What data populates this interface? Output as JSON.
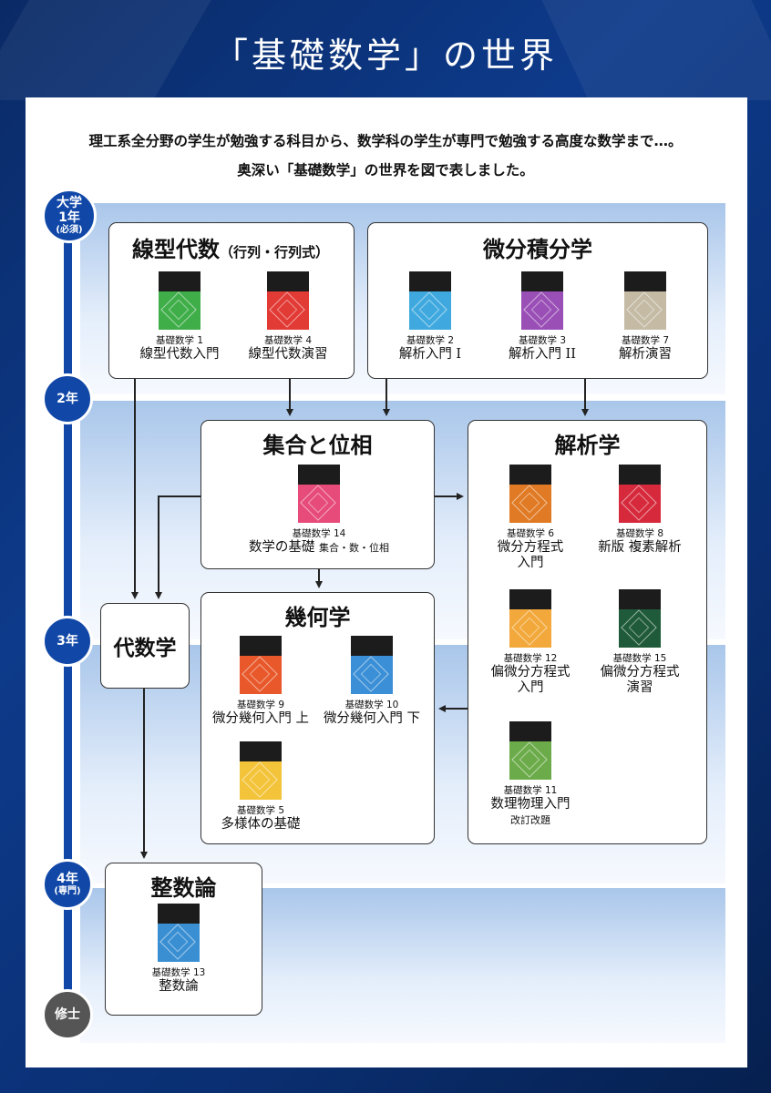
{
  "title": "「基礎数学」の世界",
  "intro": {
    "line1": "理工系全分野の学生が勉強する科目から、数学科の学生が専門で勉強する高度な数学まで…。",
    "line2": "奥深い「基礎数学」の世界を図で表しました。"
  },
  "years": {
    "y1": {
      "line1": "大学",
      "line2": "1年",
      "note": "(必須)"
    },
    "y2": {
      "line1": "2年"
    },
    "y3": {
      "line1": "3年"
    },
    "y4": {
      "line1": "4年",
      "note": "(専門)"
    },
    "master": {
      "line1": "修士"
    }
  },
  "boxes": {
    "linear": {
      "title": "線型代数",
      "subtitle": "（行列・行列式）"
    },
    "calculus": {
      "title": "微分積分学"
    },
    "topology": {
      "title": "集合と位相"
    },
    "analysis": {
      "title": "解析学"
    },
    "geometry": {
      "title": "幾何学"
    },
    "algebra": {
      "title": "代数学"
    },
    "number": {
      "title": "整数論"
    }
  },
  "books": {
    "b1": {
      "series": "基礎数学 1",
      "name": "線型代数入門",
      "color": "#3fae49"
    },
    "b4": {
      "series": "基礎数学 4",
      "name": "線型代数演習",
      "color": "#e23a35"
    },
    "b2": {
      "series": "基礎数学 2",
      "name": "解析入門 I",
      "color": "#3fa9df"
    },
    "b3": {
      "series": "基礎数学 3",
      "name": "解析入門 II",
      "color": "#9a4fb6"
    },
    "b7": {
      "series": "基礎数学 7",
      "name": "解析演習",
      "color": "#c5bba5"
    },
    "b14": {
      "series": "基礎数学 14",
      "name": "数学の基礎",
      "sub": "集合・数・位相",
      "color": "#e64b7a"
    },
    "b6": {
      "series": "基礎数学 6",
      "name": "微分方程式",
      "name2": "入門",
      "color": "#e07a24"
    },
    "b8": {
      "series": "基礎数学 8",
      "name": "新版 複素解析",
      "color": "#d62a3c"
    },
    "b12": {
      "series": "基礎数学 12",
      "name": "偏微分方程式",
      "name2": "入門",
      "color": "#f2a83a"
    },
    "b15": {
      "series": "基礎数学 15",
      "name": "偏微分方程式",
      "name2": "演習",
      "color": "#1f5a3a"
    },
    "b11": {
      "series": "基礎数学 11",
      "name": "数理物理入門",
      "sub": "改訂改題",
      "color": "#6cab4a"
    },
    "b9": {
      "series": "基礎数学 9",
      "name": "微分幾何入門 上",
      "color": "#e8582a"
    },
    "b10": {
      "series": "基礎数学 10",
      "name": "微分幾何入門 下",
      "color": "#3b8fd6"
    },
    "b5": {
      "series": "基礎数学 5",
      "name": "多様体の基礎",
      "color": "#f3c33a"
    },
    "b13": {
      "series": "基礎数学 13",
      "name": "整数論",
      "color": "#3a8fd3"
    }
  }
}
